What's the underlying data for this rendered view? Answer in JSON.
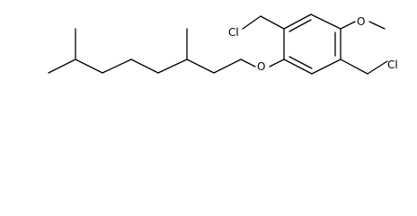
{
  "molecule": {
    "atom_labels": {
      "cl_top": "Cl",
      "cl_right": "Cl",
      "o_methoxy": "O",
      "o_ether": "O"
    }
  },
  "colors": {
    "bond": "#000000",
    "background": "#ffffff"
  }
}
